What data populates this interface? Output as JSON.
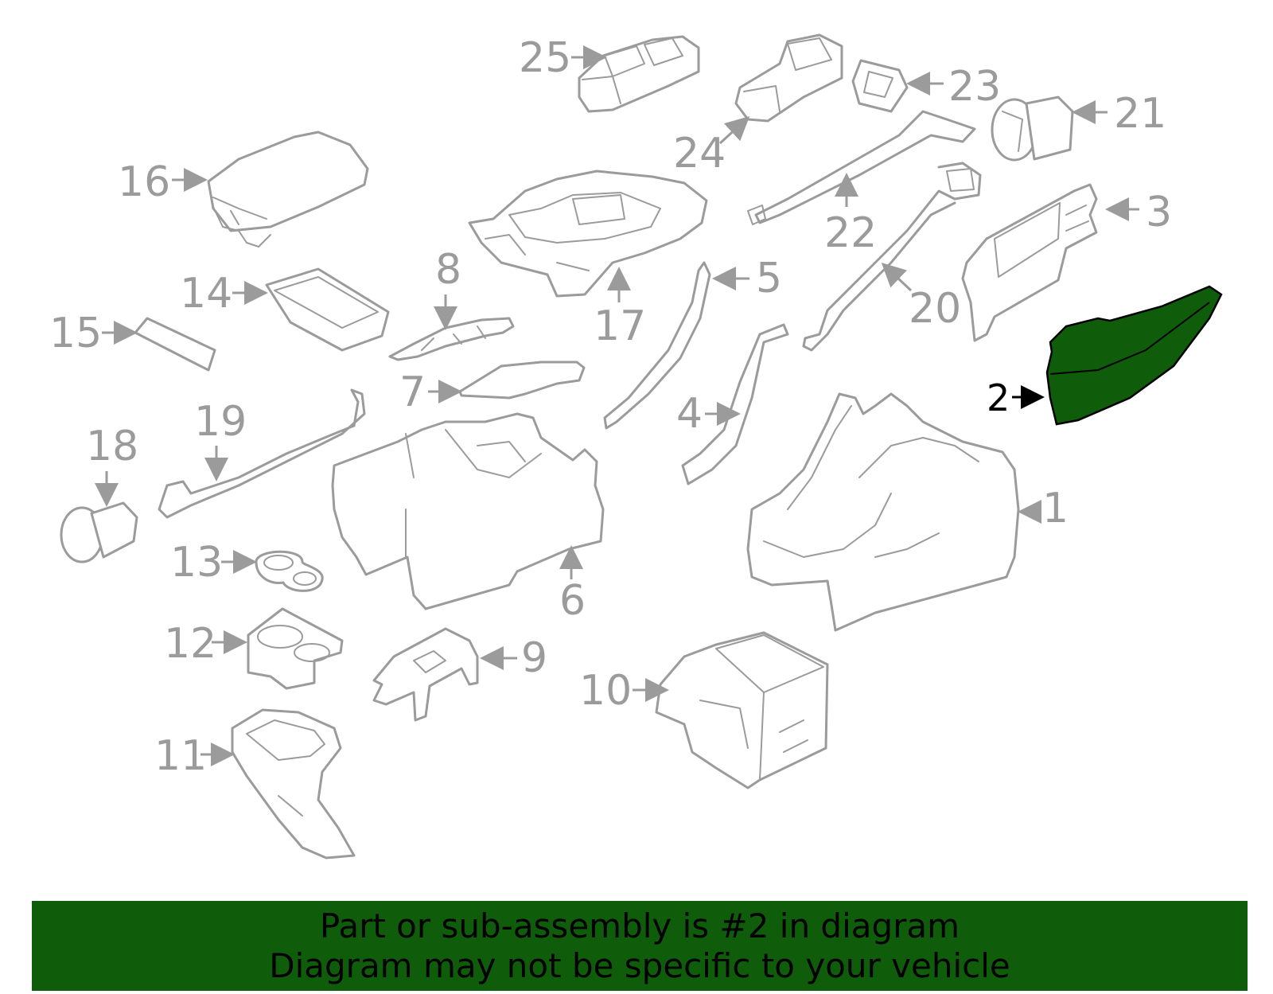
{
  "colors": {
    "highlight": "#0f5c0a",
    "banner": "#0f5c0a",
    "line_art": "#9b9b9b"
  },
  "highlighted_part": "2",
  "callouts": [
    "1",
    "2",
    "3",
    "4",
    "5",
    "6",
    "7",
    "8",
    "9",
    "10",
    "11",
    "12",
    "13",
    "14",
    "15",
    "16",
    "17",
    "18",
    "19",
    "20",
    "21",
    "22",
    "23",
    "24",
    "25"
  ],
  "banner": {
    "line1": "Part or sub-assembly is #2 in diagram",
    "line2": "Diagram may not be specific to your vehicle"
  }
}
